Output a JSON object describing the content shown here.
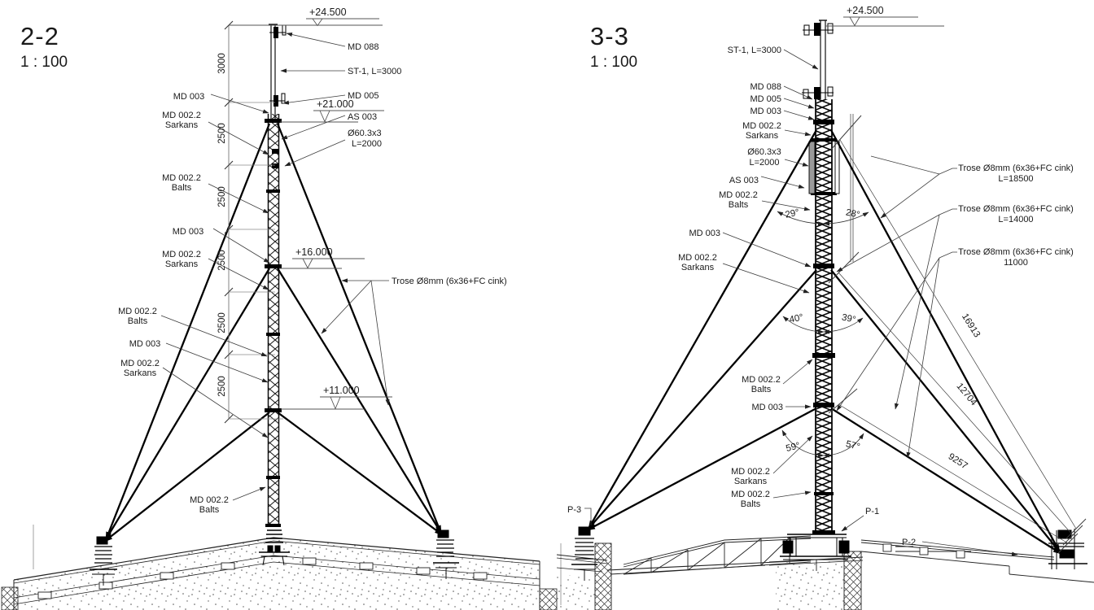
{
  "drawing": {
    "left_view": {
      "title": "2-2",
      "scale": "1 : 100",
      "elev_top": "+24.500",
      "elev_1": "+21.000",
      "elev_2": "+16.000",
      "elev_3": "+11.000",
      "dim_chain": [
        "3000",
        "2500",
        "2500",
        "2500",
        "2500",
        "2500"
      ],
      "callouts": {
        "md003_a": "MD 003",
        "md0022_a1": "MD 002.2",
        "md0022_a2": "Sarkans",
        "md0022_b1": "MD 002.2",
        "md0022_b2": "Balts",
        "md003_b": "MD 003",
        "md0022_c1": "MD 002.2",
        "md0022_c2": "Sarkans",
        "md0022_d1": "MD 002.2",
        "md0022_d2": "Balts",
        "md003_c": "MD 003",
        "md0022_e1": "MD 002.2",
        "md0022_e2": "Sarkans",
        "md0022_f1": "MD 002.2",
        "md0022_f2": "Balts",
        "md088": "MD 088",
        "st1": "ST-1, L=3000",
        "md005": "MD 005",
        "as003": "AS 003",
        "pipe1": "Ø60.3x3",
        "pipe2": "L=2000",
        "trose": "Trose Ø8mm (6x36+FC cink)"
      }
    },
    "right_view": {
      "title": "3-3",
      "scale": "1 : 100",
      "elev_top": "+24.500",
      "callouts": {
        "st1": "ST-1, L=3000",
        "md088": "MD 088",
        "md005": "MD 005",
        "md003_a": "MD 003",
        "md0022_a1": "MD 002.2",
        "md0022_a2": "Sarkans",
        "pipe1": "Ø60.3x3",
        "pipe2": "L=2000",
        "as003": "AS 003",
        "md0022_b1": "MD 002.2",
        "md0022_b2": "Balts",
        "md003_b": "MD 003",
        "md0022_c1": "MD 002.2",
        "md0022_c2": "Sarkans",
        "md0022_d1": "MD 002.2",
        "md0022_d2": "Balts",
        "md003_c": "MD 003",
        "md0022_e1": "MD 002.2",
        "md0022_e2": "Sarkans",
        "md0022_f1": "MD 002.2",
        "md0022_f2": "Balts"
      },
      "angles": [
        "29°",
        "28°",
        "40°",
        "39°",
        "59°",
        "57°"
      ],
      "trose": [
        {
          "name": "Trose Ø8mm (6x36+FC cink)",
          "len": "L=18500"
        },
        {
          "name": "Trose Ø8mm (6x36+FC cink)",
          "len": "L=14000"
        },
        {
          "name": "Trose Ø8mm (6x36+FC cink)",
          "len": "11000"
        }
      ],
      "diag_dims": [
        "16913",
        "12704",
        "9257"
      ],
      "supports": {
        "p3": "P-3",
        "p1": "P-1",
        "p2": "P-2"
      }
    }
  }
}
